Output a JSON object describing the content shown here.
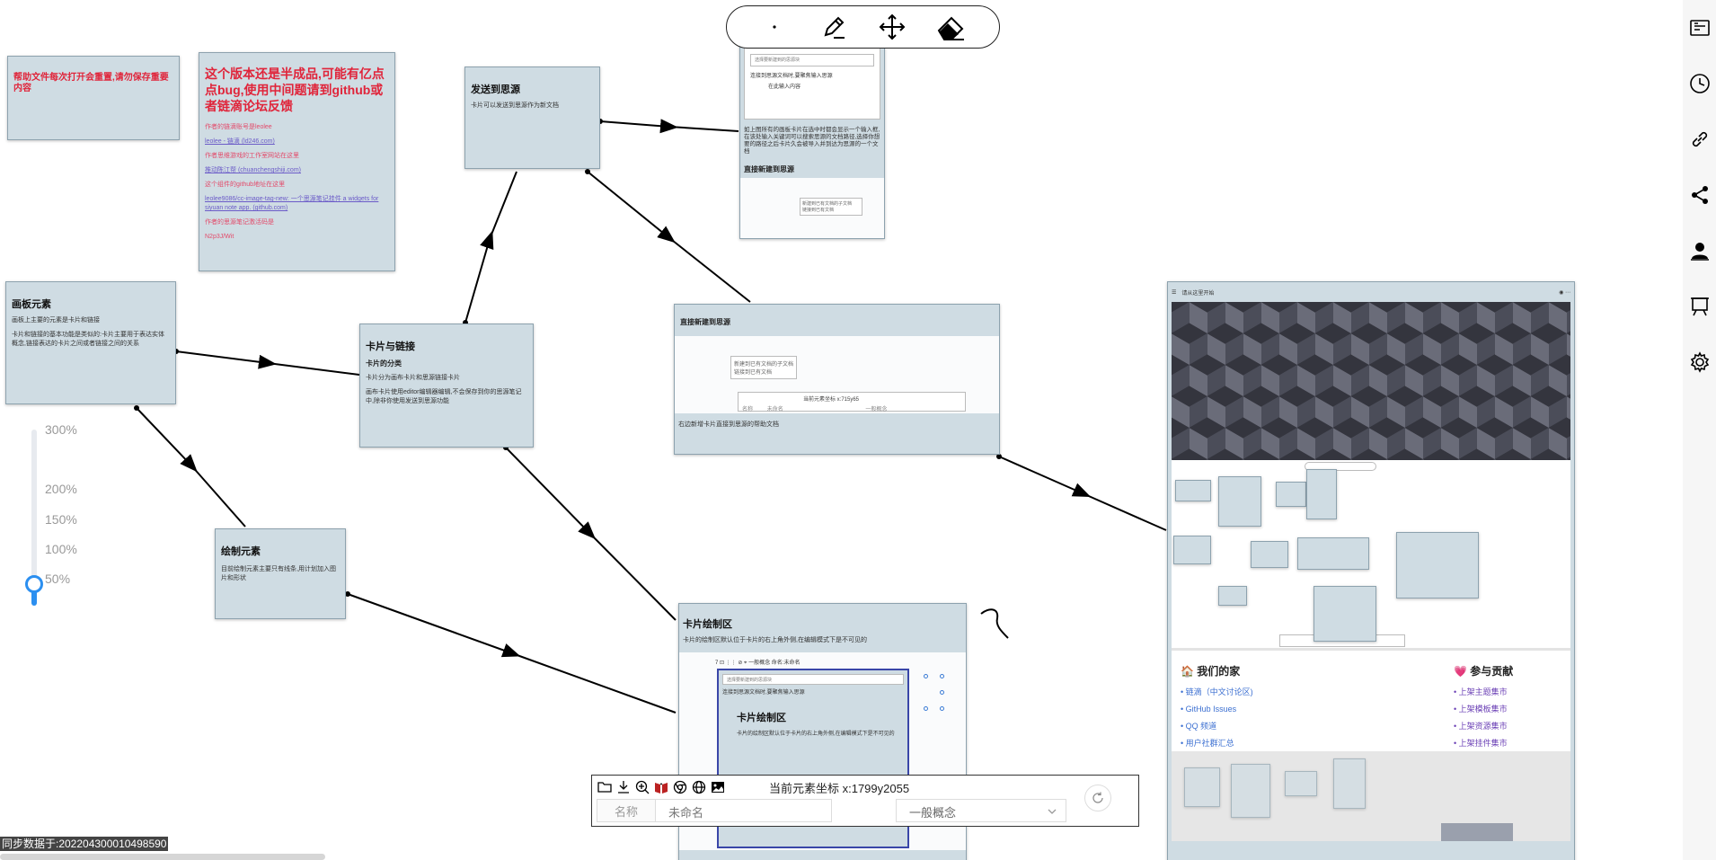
{
  "toolbar": {
    "tools": [
      {
        "name": "dot-tool",
        "icon": "dot-icon"
      },
      {
        "name": "pen-tool",
        "icon": "pen-icon"
      },
      {
        "name": "move-tool",
        "icon": "move-icon"
      },
      {
        "name": "eraser-tool",
        "icon": "eraser-icon"
      }
    ]
  },
  "cards": {
    "warning": {
      "text": "帮助文件每次打开会重置,请勿保存重要内容"
    },
    "notice": {
      "title": "这个版本还是半成品,可能有亿点点bug,使用中间题请到github或者链滴论坛反馈",
      "lines": [
        "作者的链滴账号是leolee",
        "leolee - 链滴 (ld246.com)",
        "作者思维游戏的工作室网站在这里",
        "推动陈江帮 (chuanchengshiji.com)",
        "这个组件的github地址在这里",
        "leolee9086/cc-image-tag-new: 一个思源笔记挂件 a widgets for siyuan note app. (github.com)",
        "作者的思源笔记激活码是",
        "N2p3J/Wit"
      ]
    },
    "canvas_elements": {
      "title": "画板元素",
      "line1": "画板上主要的元素是卡片和链接",
      "line2": "卡片和链接的基本功能是类似的:卡片主要用于表达实体概念,链接表达的卡片之间或者链接之间的关系"
    },
    "send_to_siyuan": {
      "title": "发送到思源",
      "line1": "卡片可以发送到思源作为新文档"
    },
    "card_and_link": {
      "title": "卡片与链接",
      "sub": "卡片的分类",
      "line1": "卡片分为画布卡片和思源链接卡片",
      "line2": "画布卡片使用editor编辑器编辑,不会保存到你的思源笔记中,除非你使用发送到思源功能"
    },
    "draw_elements": {
      "title": "绘制元素",
      "line1": "目前绘制元素主要只有线条,用计划加入图片和形状"
    },
    "direct_create": {
      "title": "直接新建到思源",
      "mini1": "新建到已有文档的子文档",
      "mini2": "链接到已有文档",
      "coord": "当前元素坐标 x:715y65",
      "select": "一般概念",
      "name": "名称",
      "placeholder": "未命名",
      "bottom": "右边新增卡片直接到思源的帮助文档"
    },
    "doc_preview": {
      "line1": "选择要新建到的思源块",
      "line2": "连接到思源文档时,要聚焦输入思源",
      "line3": "在此输入内容",
      "para": "如上图所有的画板卡片在选中时都会显示一个输入框,在该处输入关键词可以搜索思源的文档路径,选择你想要的路径之后卡片久会被导入并到达为思源的一个文档",
      "heading": "直接新建到思源",
      "mini1": "新建到已有文档的子文档",
      "mini2": "链接到已有文档"
    },
    "card_draw_area": {
      "title": "卡片绘制区",
      "line1": "卡片的绘制区默认位于卡片的右上角外侧,在编辑模式下是不可见的",
      "inner_toolbar": "7 ⊡ ⋮⋮ ⊘  ⌖  一般概念  命名:未命名",
      "inner_line1": "选择要新建到的思源块",
      "inner_line2": "连接到思源文档时,要聚焦输入思源",
      "inner_title": "卡片绘制区",
      "inner_line3": "卡片的绘制区默认位于卡片的右上角外侧,在编辑模式下是不可见的"
    },
    "siyuan_window": {
      "header": "请从这里开始",
      "home_title": "我们的家",
      "home_links": [
        "链滴（中文讨论区)",
        "GitHub Issues",
        "QQ 频道",
        "用户社群汇总"
      ],
      "contrib_title": "参与贡献",
      "contrib_links": [
        "上架主题集市",
        "上架模板集市",
        "上架资源集市",
        "上架挂件集市"
      ],
      "home_emoji": "🏠",
      "contrib_emoji": "💗"
    }
  },
  "zoom": {
    "levels": [
      "300%",
      "200%",
      "150%",
      "100%",
      "50%"
    ],
    "current_fraction": 0.07
  },
  "sidebar": {
    "buttons": [
      "outline-icon",
      "history-icon",
      "link-icon",
      "share-icon",
      "user-icon",
      "board-icon",
      "settings-icon"
    ]
  },
  "bottom_panel": {
    "coord": "当前元素坐标 x:1799y2055",
    "name_label": "名称",
    "name_value": "未命名",
    "type_value": "一般概念",
    "icons": [
      "folder-icon",
      "download-icon",
      "zoom-in-icon",
      "book-icon",
      "chrome-icon",
      "globe-icon",
      "image-icon"
    ]
  },
  "status": {
    "sync": "同步数据于:20220430001049859​0"
  }
}
